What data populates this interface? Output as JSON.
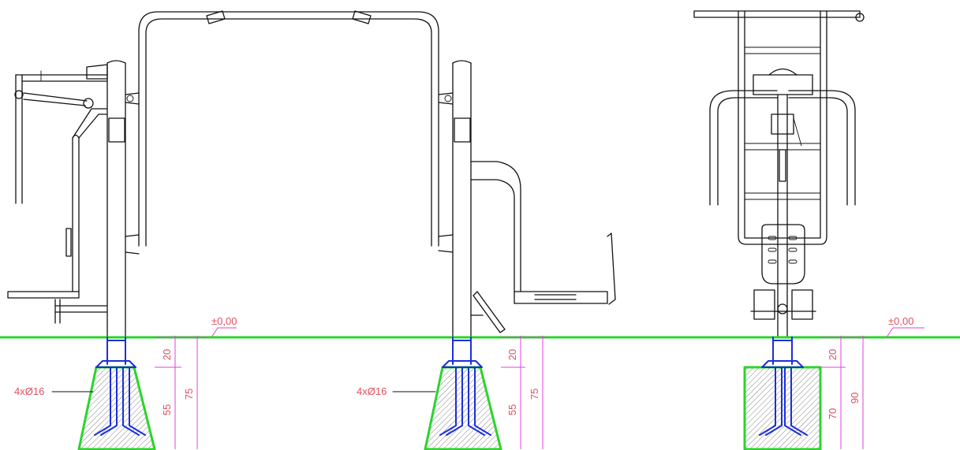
{
  "level_marks": [
    "±0,00",
    "±0,00"
  ],
  "anchor_labels": [
    "4xØ16",
    "4xØ16"
  ],
  "dimensions": {
    "fig1": [
      "20",
      "55",
      "75"
    ],
    "fig2": [
      "20",
      "55",
      "75"
    ],
    "fig3": [
      "20",
      "70",
      "90"
    ]
  },
  "colors": {
    "ground": "#2bd42b",
    "anchors": "#1b2fd8",
    "dimensions": "#e040e0",
    "dimension_text": "#e05060",
    "linework": "#111111"
  }
}
